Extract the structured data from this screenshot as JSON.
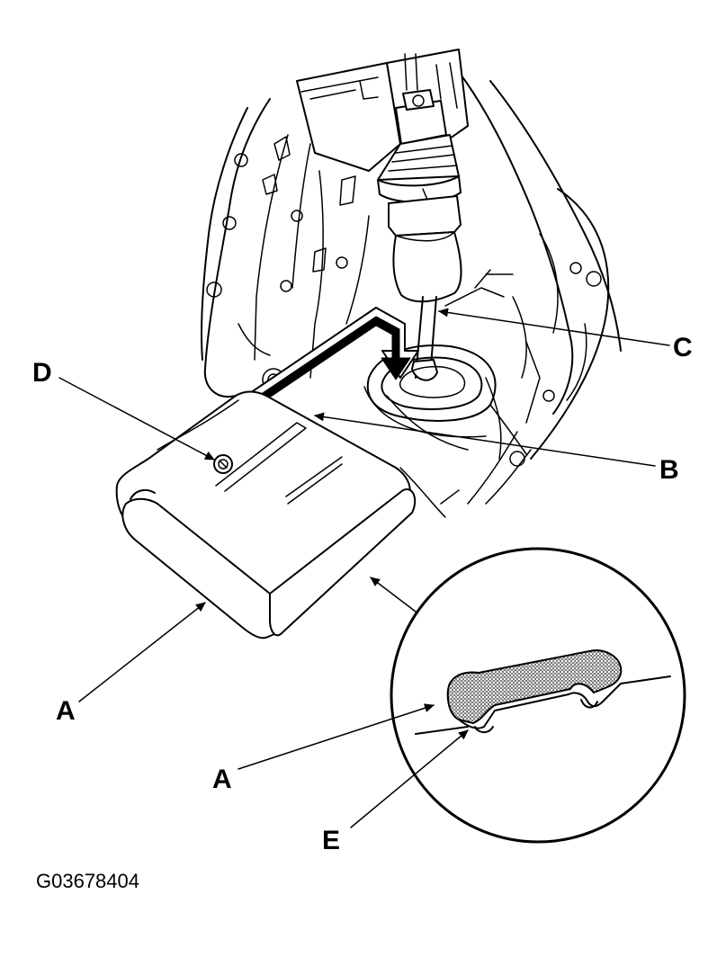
{
  "callouts": {
    "a_main": "A",
    "a_detail": "A",
    "b": "B",
    "c": "C",
    "d": "D",
    "e": "E"
  },
  "figure_id": "G03678404",
  "colors": {
    "line": "#000000",
    "background": "#ffffff",
    "stipple": "#444444"
  },
  "icons": {
    "install_direction": "bent-arrow-icon",
    "detail_view": "magnifier-circle-icon"
  }
}
